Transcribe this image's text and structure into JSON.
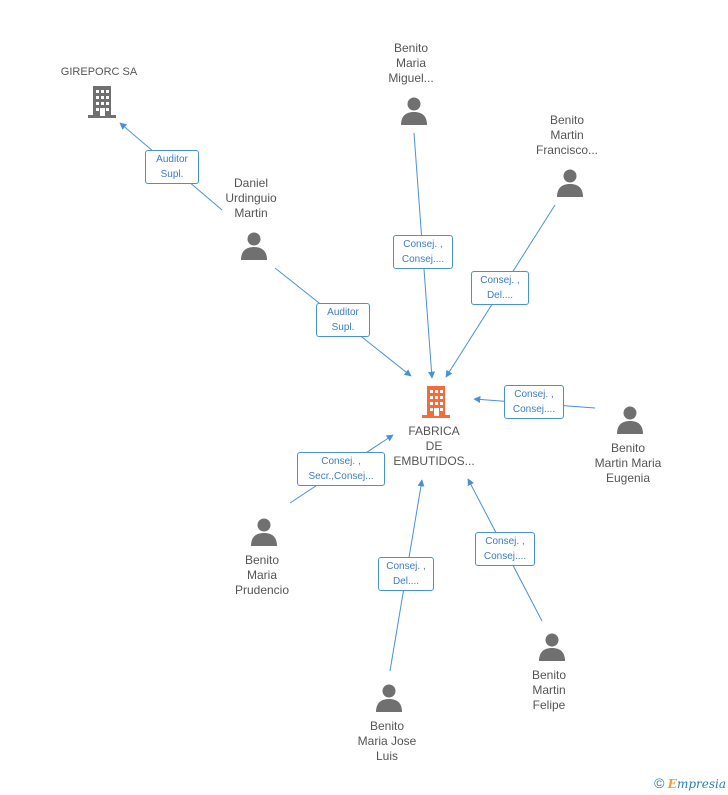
{
  "nodes": {
    "center": {
      "lines": [
        "FABRICA",
        "DE",
        "EMBUTIDOS..."
      ],
      "color": "#f26b38"
    },
    "gireporc": {
      "lines": [
        "GIREPORC SA"
      ],
      "color": "#707070"
    },
    "daniel": {
      "lines": [
        "Daniel",
        "Urdinguio",
        "Martin"
      ]
    },
    "benito_miguel": {
      "lines": [
        "Benito",
        "Maria",
        "Miguel..."
      ]
    },
    "benito_francisco": {
      "lines": [
        "Benito",
        "Martin",
        "Francisco..."
      ]
    },
    "benito_eugenia": {
      "lines": [
        "Benito",
        "Martin Maria",
        "Eugenia"
      ]
    },
    "benito_prudencio": {
      "lines": [
        "Benito",
        "Maria",
        "Prudencio"
      ]
    },
    "benito_felipe": {
      "lines": [
        "Benito",
        "Martin",
        "Felipe"
      ]
    },
    "benito_jose_luis": {
      "lines": [
        "Benito",
        "Maria Jose",
        "Luis"
      ]
    }
  },
  "edges": {
    "daniel_gireporc": [
      "Auditor",
      "Supl."
    ],
    "daniel_center": [
      "Auditor",
      "Supl."
    ],
    "miguel_center": [
      "Consej. ,",
      "Consej...."
    ],
    "francisco_center": [
      "Consej. ,",
      "Del...."
    ],
    "eugenia_center": [
      "Consej. ,",
      "Consej...."
    ],
    "prudencio_center": [
      "Consej. ,",
      "Secr.,Consej..."
    ],
    "joseluis_center": [
      "Consej. ,",
      "Del...."
    ],
    "felipe_center": [
      "Consej. ,",
      "Consej...."
    ]
  },
  "colors": {
    "person": "#707070",
    "edge": "#4a90d9",
    "company": "#707070",
    "center": "#f26b38"
  },
  "footer": {
    "copyright": "©",
    "brand_e": "E",
    "brand_rest": "mpresia"
  }
}
